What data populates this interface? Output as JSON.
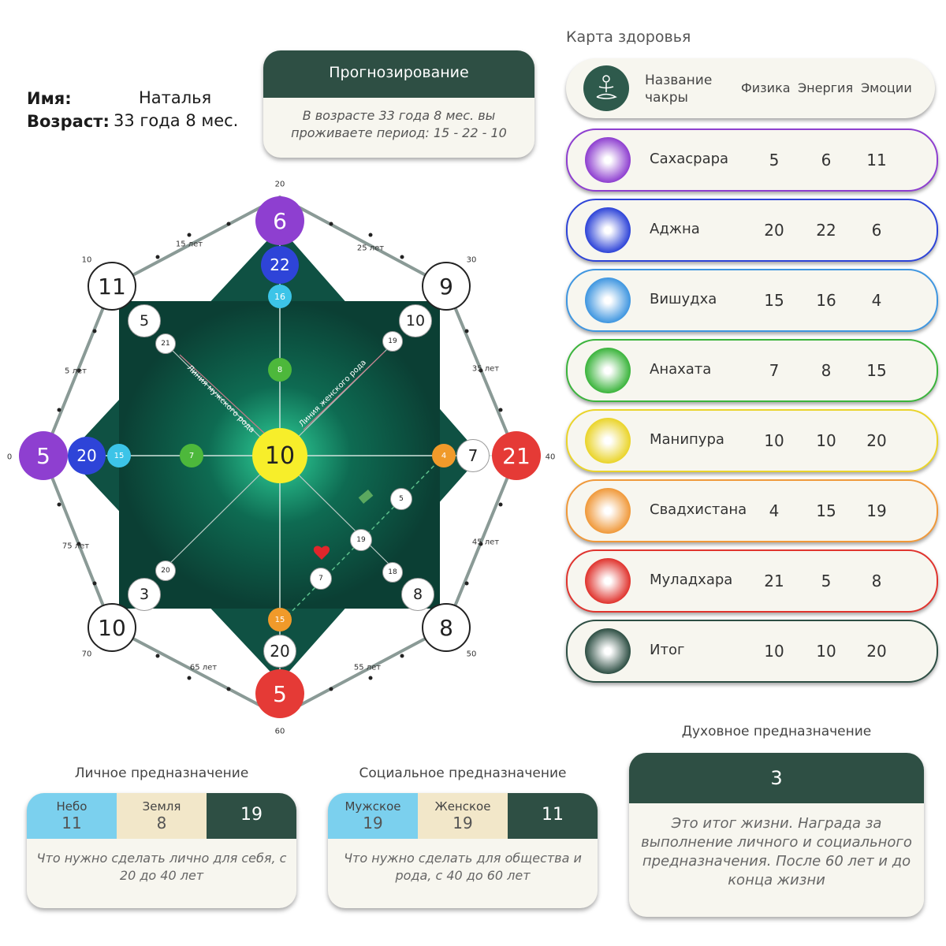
{
  "person": {
    "name_label": "Имя:",
    "name": "Наталья",
    "age_label": "Возраст:",
    "age": "33 года 8 мес."
  },
  "forecast": {
    "title": "Прогнозирование",
    "text": "В возрасте 33 года 8 мес. вы проживаете период: 15 - 22 - 10"
  },
  "health": {
    "title": "Карта здоровья",
    "header": {
      "name": "Название чакры",
      "col1": "Физика",
      "col2": "Энергия",
      "col3": "Эмоции"
    },
    "rows": [
      {
        "name": "Сахасрара",
        "v1": "5",
        "v2": "6",
        "v3": "11",
        "color": "#8e3fd0"
      },
      {
        "name": "Аджна",
        "v1": "20",
        "v2": "22",
        "v3": "6",
        "color": "#2e44d8"
      },
      {
        "name": "Вишудха",
        "v1": "15",
        "v2": "16",
        "v3": "4",
        "color": "#3f96e0"
      },
      {
        "name": "Анахата",
        "v1": "7",
        "v2": "8",
        "v3": "15",
        "color": "#3bb43c"
      },
      {
        "name": "Манипура",
        "v1": "10",
        "v2": "10",
        "v3": "20",
        "color": "#ead42a"
      },
      {
        "name": "Свадхистана",
        "v1": "4",
        "v2": "15",
        "v3": "19",
        "color": "#f0993a"
      },
      {
        "name": "Муладхара",
        "v1": "21",
        "v2": "5",
        "v3": "8",
        "color": "#e0342e"
      },
      {
        "name": "Итог",
        "v1": "10",
        "v2": "10",
        "v3": "20",
        "color": "#2e4f44"
      }
    ]
  },
  "diagram": {
    "center": "10",
    "top": [
      "6",
      "22",
      "16",
      "8"
    ],
    "left": [
      "5",
      "20",
      "15",
      "7"
    ],
    "right": [
      "21",
      "7",
      "4"
    ],
    "bottom": [
      "5",
      "20",
      "15"
    ],
    "corners": {
      "tl": "11",
      "tr": "9",
      "bl": "10",
      "br": "8"
    },
    "inner": {
      "tl": "5",
      "tl_small": "21",
      "tr": "10",
      "tr_small": "19",
      "bl": "3",
      "bl_small": "20",
      "br": "8",
      "br_small": "18"
    },
    "extra": {
      "a": "5",
      "b": "19",
      "c": "7"
    },
    "line_male": "Линия мужского рода",
    "line_female": "Линия женского рода",
    "ages": {
      "a0": "0",
      "a10": "10",
      "a20": "20",
      "a30": "30",
      "a40": "40",
      "a50": "50",
      "a60": "60",
      "a70": "70",
      "unit": "лет"
    },
    "age_marks": [
      "5 лет",
      "15 лет",
      "25 лет",
      "35 лет",
      "45 лет",
      "55 лет",
      "65 лет",
      "75 лет"
    ]
  },
  "personal": {
    "title": "Личное предназначение",
    "l1": "Небо",
    "v1": "11",
    "l2": "Земля",
    "v2": "8",
    "result": "19",
    "text": "Что нужно сделать лично для себя, с 20 до 40 лет"
  },
  "social": {
    "title": "Социальное предназначение",
    "l1": "Мужское",
    "v1": "19",
    "l2": "Женское",
    "v2": "19",
    "result": "11",
    "text": "Что нужно сделать для общества и рода, с 40 до 60 лет"
  },
  "spiritual": {
    "title": "Духовное предназначение",
    "result": "3",
    "text": "Это итог жизни. Награда за выполнение личного и социального предназначения. После 60 лет и до конца жизни"
  }
}
